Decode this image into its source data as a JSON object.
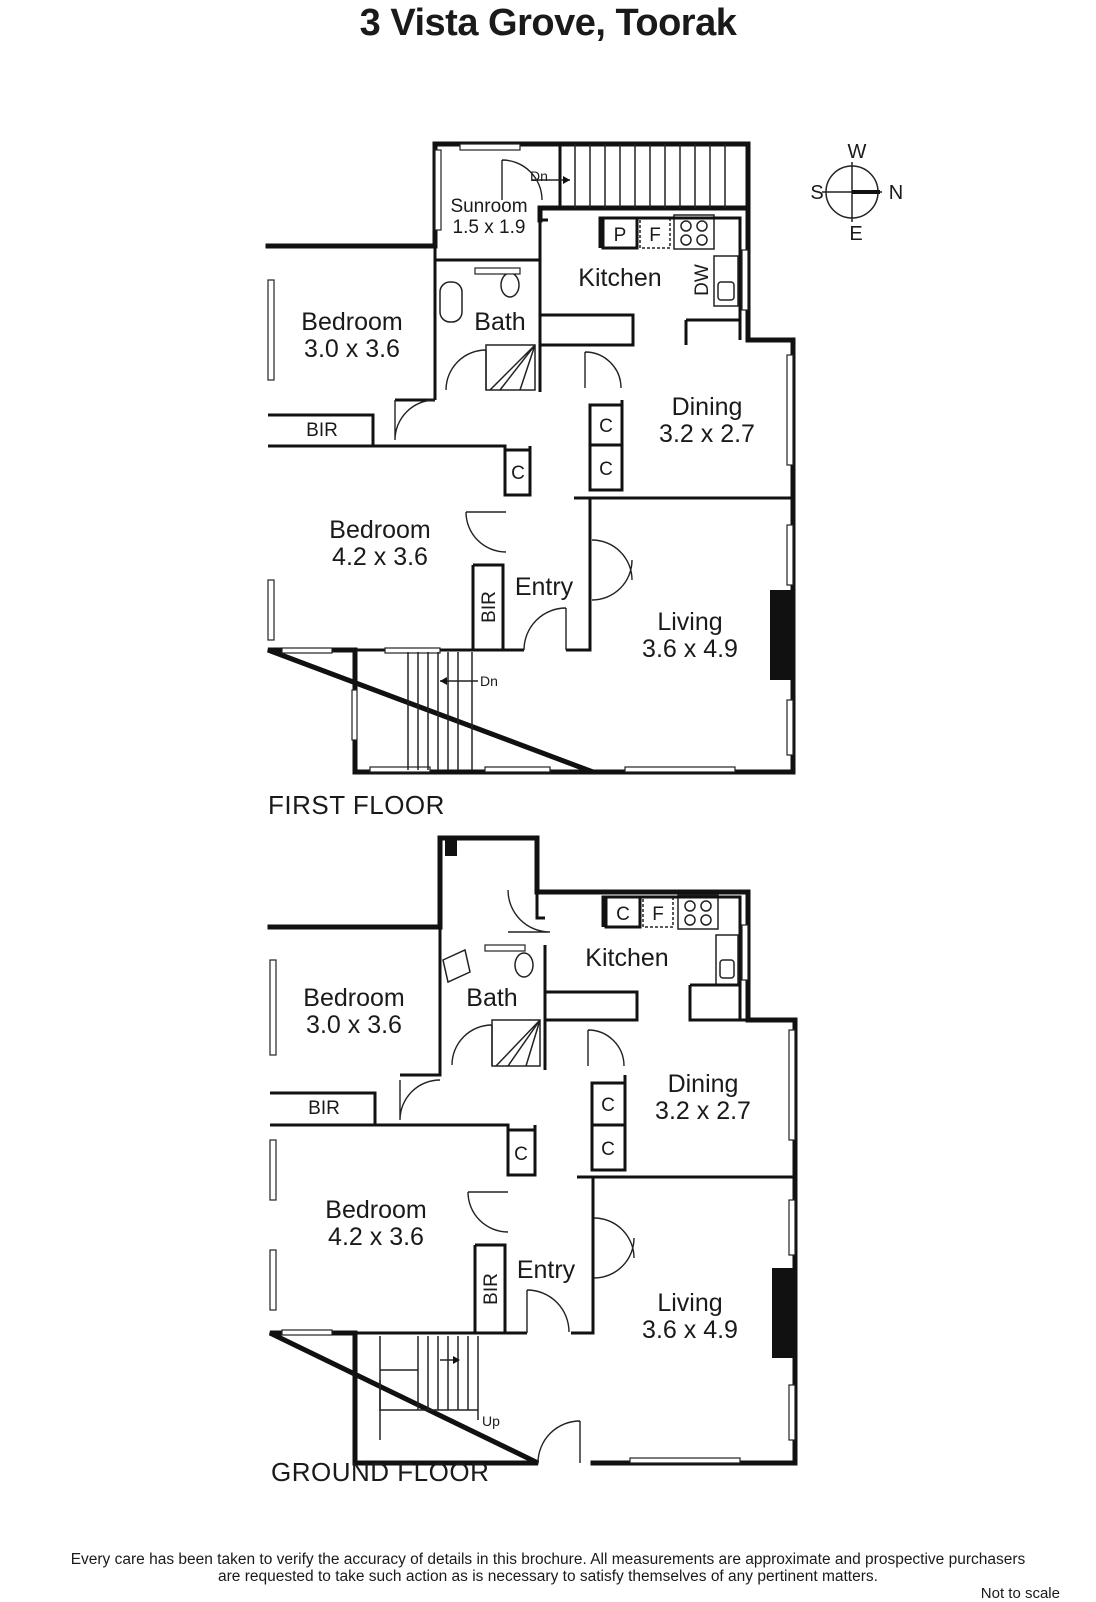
{
  "title": "3 Vista Grove, Toorak",
  "compass": {
    "w": "W",
    "s": "S",
    "n": "N",
    "e": "E"
  },
  "first_floor": {
    "label": "FIRST FLOOR",
    "sunroom": {
      "name": "Sunroom",
      "dims": "1.5 x 1.9"
    },
    "kitchen": "Kitchen",
    "pantry": "P",
    "fridge": "F",
    "dishwasher": "DW",
    "bath": "Bath",
    "bedroom1": {
      "name": "Bedroom",
      "dims": "3.0 x 3.6"
    },
    "bir1": "BIR",
    "dining": {
      "name": "Dining",
      "dims": "3.2 x 2.7"
    },
    "cupboard": "C",
    "bedroom2": {
      "name": "Bedroom",
      "dims": "4.2 x 3.6"
    },
    "bir2": "BIR",
    "entry": "Entry",
    "living": {
      "name": "Living",
      "dims": "3.6 x 4.9"
    },
    "stairs_top": "Dn",
    "stairs_bottom": "Dn"
  },
  "ground_floor": {
    "label": "GROUND FLOOR",
    "kitchen": "Kitchen",
    "cupboard": "C",
    "fridge": "F",
    "bath": "Bath",
    "bedroom1": {
      "name": "Bedroom",
      "dims": "3.0 x 3.6"
    },
    "bir1": "BIR",
    "dining": {
      "name": "Dining",
      "dims": "3.2 x 2.7"
    },
    "bedroom2": {
      "name": "Bedroom",
      "dims": "4.2 x 3.6"
    },
    "bir2": "BIR",
    "entry": "Entry",
    "living": {
      "name": "Living",
      "dims": "3.6 x 4.9"
    },
    "stairs": "Up"
  },
  "disclaimer_line1": "Every care has been taken to verify the accuracy of details in this brochure.  All measurements are approximate and prospective purchasers",
  "disclaimer_line2": "are requested to take such action as is necessary to satisfy themselves of any pertinent matters.",
  "not_to_scale": "Not to scale"
}
